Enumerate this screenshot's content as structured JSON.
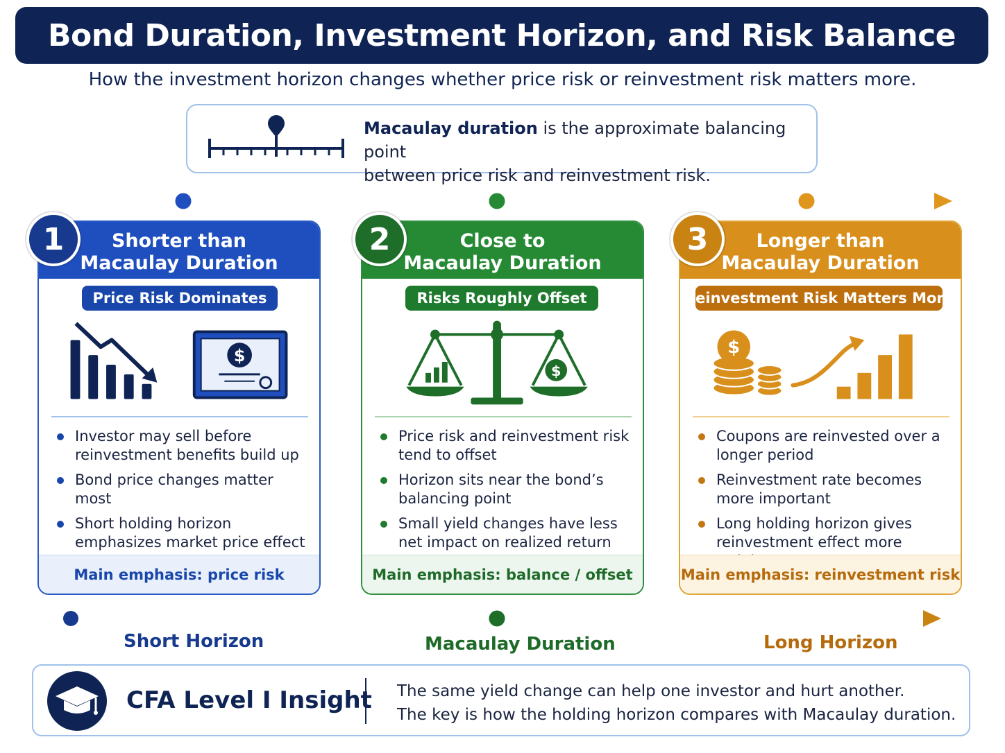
{
  "title": "Bond Duration, Investment Horizon, and Risk Balance",
  "subtitle": "How the investment horizon changes whether price risk or reinvestment risk matters more.",
  "callout": {
    "bold": "Macaulay duration",
    "rest": " is the approximate balancing point",
    "line2": "between price risk and reinvestment risk."
  },
  "cards": [
    {
      "number": "1",
      "title_line1": "Shorter than",
      "title_line2": "Macaulay Duration",
      "pill": "Price Risk Dominates",
      "bullets": [
        "Investor may sell before reinvestment benefits build up",
        "Bond price changes matter most",
        "Short holding horizon emphasizes market price effect"
      ],
      "footer": "Main emphasis: price risk",
      "color": "#1f4fbf"
    },
    {
      "number": "2",
      "title_line1": "Close to",
      "title_line2": "Macaulay Duration",
      "pill": "Risks Roughly Offset",
      "bullets": [
        "Price risk and reinvestment risk tend to offset",
        "Horizon sits near the bond’s balancing point",
        "Small yield changes have less net impact on realized return"
      ],
      "footer": "Main emphasis: balance / offset",
      "color": "#268a35"
    },
    {
      "number": "3",
      "title_line1": "Longer than",
      "title_line2": "Macaulay Duration",
      "pill": "Reinvestment Risk Matters More",
      "bullets": [
        "Coupons are reinvested over a longer period",
        "Reinvestment rate becomes more important",
        "Long holding horizon gives reinvestment effect more weight"
      ],
      "footer": "Main emphasis: reinvestment risk",
      "color": "#d98f1b"
    }
  ],
  "horizon": {
    "short": "Short Horizon",
    "middle": "Macaulay Duration",
    "long": "Long Horizon"
  },
  "insight": {
    "label": "CFA Level I Insight",
    "line1": "The same yield change can help one investor and hurt another.",
    "line2": "The key is how the holding horizon compares with Macaulay duration."
  },
  "icons": {
    "dollar": "$"
  }
}
